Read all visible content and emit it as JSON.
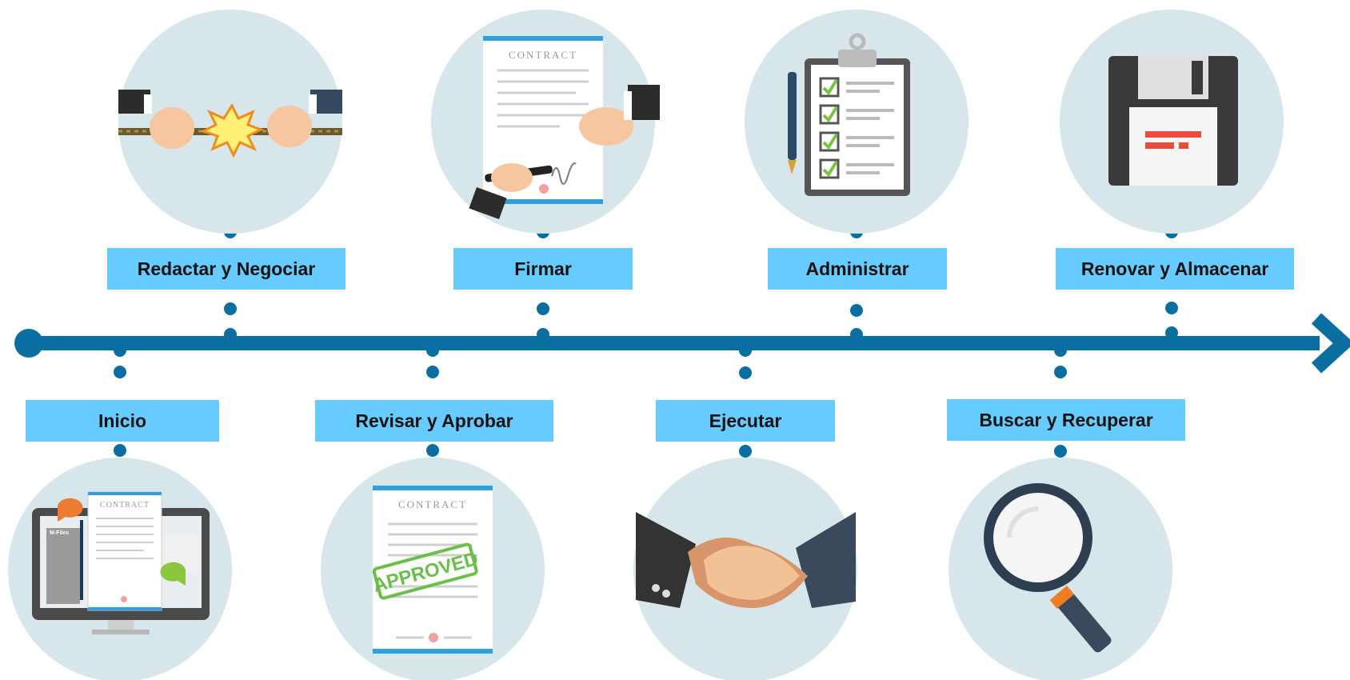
{
  "colors": {
    "axis": "#0a6fa0",
    "label_bg": "#66ccff",
    "circle_bg": "#d6e6ea"
  },
  "stages": [
    {
      "label": "Inicio",
      "icon": "monitor-contract-icon"
    },
    {
      "label": "Redactar y Negociar",
      "icon": "tug-of-war-hands-icon"
    },
    {
      "label": "Revisar y Aprobar",
      "icon": "approved-contract-icon"
    },
    {
      "label": "Firmar",
      "icon": "signing-contract-icon"
    },
    {
      "label": "Ejecutar",
      "icon": "handshake-icon"
    },
    {
      "label": "Administrar",
      "icon": "clipboard-checklist-icon"
    },
    {
      "label": "Buscar y Recuperar",
      "icon": "magnifying-glass-icon"
    },
    {
      "label": "Renovar y Almacenar",
      "icon": "floppy-disk-icon"
    }
  ],
  "contract_text": "CONTRACT",
  "approved_text": "APPROVED",
  "brand_text": "M-Files"
}
